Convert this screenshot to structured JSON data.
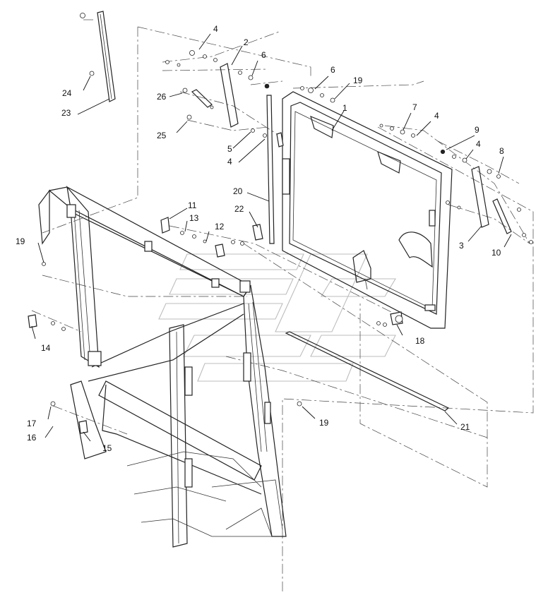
{
  "callouts": [
    {
      "id": "c1",
      "text": "1"
    },
    {
      "id": "c2",
      "text": "2"
    },
    {
      "id": "c3",
      "text": "3"
    },
    {
      "id": "c4a",
      "text": "4"
    },
    {
      "id": "c4b",
      "text": "4"
    },
    {
      "id": "c4c",
      "text": "4"
    },
    {
      "id": "c4d",
      "text": "4"
    },
    {
      "id": "c5",
      "text": "5"
    },
    {
      "id": "c6a",
      "text": "6"
    },
    {
      "id": "c6b",
      "text": "6"
    },
    {
      "id": "c7",
      "text": "7"
    },
    {
      "id": "c8",
      "text": "8"
    },
    {
      "id": "c9",
      "text": "9"
    },
    {
      "id": "c10",
      "text": "10"
    },
    {
      "id": "c11",
      "text": "11"
    },
    {
      "id": "c12",
      "text": "12"
    },
    {
      "id": "c13",
      "text": "13"
    },
    {
      "id": "c14",
      "text": "14"
    },
    {
      "id": "c15",
      "text": "15"
    },
    {
      "id": "c16",
      "text": "16"
    },
    {
      "id": "c17",
      "text": "17"
    },
    {
      "id": "c18",
      "text": "18"
    },
    {
      "id": "c19a",
      "text": "19"
    },
    {
      "id": "c19b",
      "text": "19"
    },
    {
      "id": "c19c",
      "text": "19"
    },
    {
      "id": "c20",
      "text": "20"
    },
    {
      "id": "c21",
      "text": "21"
    },
    {
      "id": "c22",
      "text": "22"
    },
    {
      "id": "c23",
      "text": "23"
    },
    {
      "id": "c24",
      "text": "24"
    },
    {
      "id": "c25",
      "text": "25"
    },
    {
      "id": "c26",
      "text": "26"
    }
  ]
}
